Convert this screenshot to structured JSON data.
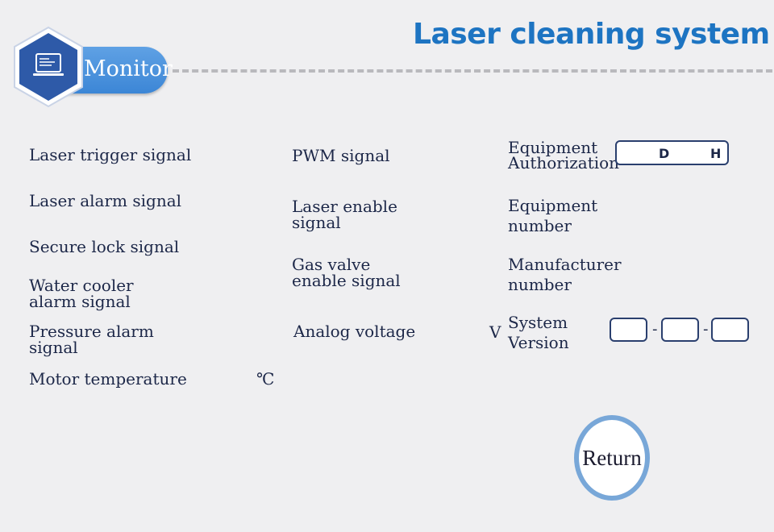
{
  "header": {
    "title": "Laser cleaning system",
    "tab_label": "Monitor",
    "tab_icon": "monitor-icon"
  },
  "left_column": {
    "laser_trigger": "Laser trigger signal",
    "laser_alarm": "Laser alarm signal",
    "secure_lock": "Secure lock signal",
    "water_cooler_1": "Water cooler",
    "water_cooler_2": "alarm signal",
    "pressure_alarm_1": "Pressure alarm",
    "pressure_alarm_2": "signal",
    "motor_temp": "Motor temperature",
    "motor_temp_unit": "℃"
  },
  "middle_column": {
    "pwm": "PWM signal",
    "laser_enable_1": "Laser enable",
    "laser_enable_2": "signal",
    "gas_valve_1": "Gas valve",
    "gas_valve_2": "enable signal",
    "analog_voltage": "Analog voltage",
    "analog_voltage_unit": "V"
  },
  "right_column": {
    "equip_auth_1": "Equipment",
    "equip_auth_2": "Authorization",
    "auth_d": "D",
    "auth_h": "H",
    "equip_number_1": "Equipment",
    "equip_number_2": "number",
    "manufacturer_1": "Manufacturer",
    "manufacturer_2": "number",
    "system_version_1": "System",
    "system_version_2": "Version",
    "version_separator": "-"
  },
  "return_button": "Return",
  "colors": {
    "background": "#efeff1",
    "title": "#1d74c2",
    "tab": "#3c86d6",
    "hexagon": "#2e5aa8",
    "return_ring": "#78a7d8"
  }
}
